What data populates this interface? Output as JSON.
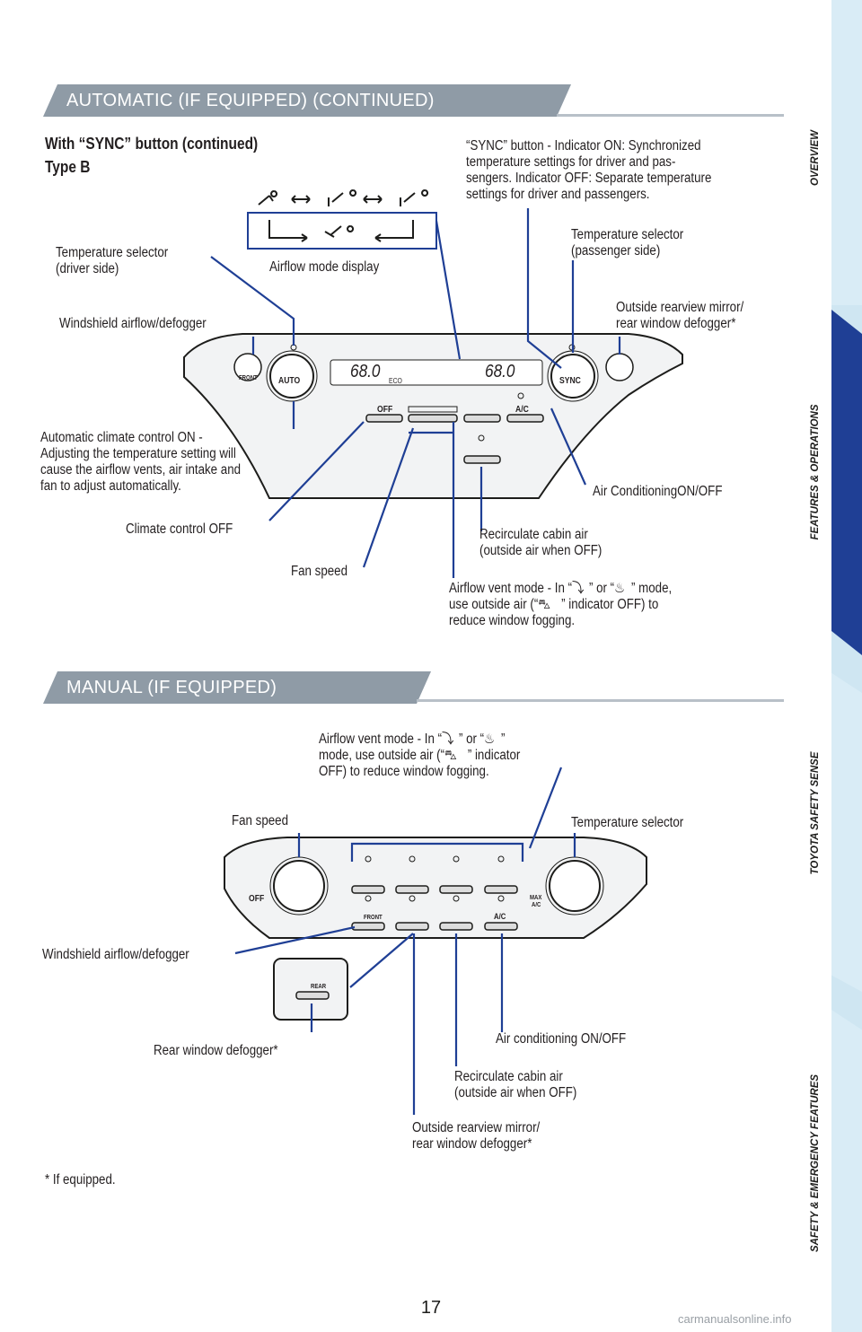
{
  "banner_auto": "AUTOMATIC (IF EQUIPPED) (CONTINUED)",
  "banner_manual": "MANUAL (IF EQUIPPED)",
  "heading": "With “SYNC” button (continued)",
  "subheading": "Type B",
  "auto_panel": {
    "temp_left": "68.0",
    "temp_right": "68.0",
    "eco": "ECO",
    "auto_btn": "AUTO",
    "sync_btn": "SYNC",
    "off_btn": "OFF",
    "ac_btn": "A/C",
    "front": "FRONT"
  },
  "manual_panel": {
    "off": "OFF",
    "front": "FRONT",
    "ac": "A/C",
    "max_ac_1": "MAX",
    "max_ac_2": "A/C",
    "rear": "REAR"
  },
  "auto_labels": {
    "sync": [
      "“SYNC” button - Indicator ON: Synchronized",
      "temperature settings for driver and pas-",
      "sengers. Indicator OFF: Separate temperature",
      "settings for driver and passengers."
    ],
    "temp_driver": [
      "Temperature selector",
      "(driver side)"
    ],
    "airflow_display": "Airflow mode display",
    "temp_passenger": [
      "Temperature selector",
      "(passenger side)"
    ],
    "mirror_defogger": [
      "Outside rearview mirror/",
      "rear window defogger*"
    ],
    "windshield": "Windshield airflow/defogger",
    "auto_on": [
      "Automatic climate control ON -",
      "Adjusting the temperature setting will",
      "cause the airflow vents, air intake and",
      "fan to adjust automatically."
    ],
    "ac": "Air ConditioningON/OFF",
    "climate_off": "Climate control OFF",
    "recirc": [
      "Recirculate cabin air",
      "(outside air when OFF)"
    ],
    "fan": "Fan speed",
    "vent_mode": [
      "Airflow vent mode - In “",
      "” or “",
      "” mode,",
      "use outside air (“",
      "” indicator OFF) to",
      "reduce window fogging."
    ]
  },
  "manual_labels": {
    "vent_mode": [
      "Airflow vent mode - In “",
      "” or “",
      "”",
      "mode, use outside air (“",
      "” indicator",
      "OFF) to reduce window fogging."
    ],
    "fan": "Fan speed",
    "temp": "Temperature selector",
    "windshield": "Windshield airflow/defogger",
    "rear_defogger": "Rear window defogger*",
    "ac": "Air conditioning ON/OFF",
    "recirc": [
      "Recirculate cabin air",
      "(outside air when OFF)"
    ],
    "mirror": [
      "Outside rearview mirror/",
      "rear window defogger*"
    ]
  },
  "footnote": "*  If equipped.",
  "page_number": "17",
  "sidebar": [
    "OVERVIEW",
    "FEATURES & OPERATIONS",
    "TOYOTA SAFETY SENSE",
    "SAFETY & EMERGENCY FEATURES"
  ],
  "watermark": "carmanualsonline.info",
  "colors": {
    "banner": "#8f9ba6",
    "accent": "#1f3f95",
    "line": "#1f3f95"
  }
}
